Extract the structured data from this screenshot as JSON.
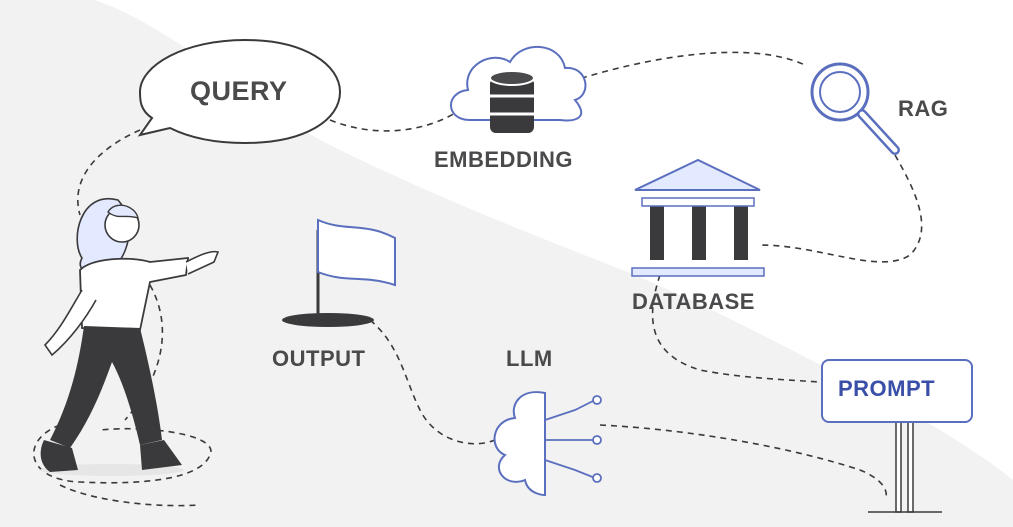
{
  "labels": {
    "query": "QUERY",
    "embedding": "EMBEDDING",
    "rag": "RAG",
    "database": "DATABASE",
    "output": "OUTPUT",
    "llm": "LLM",
    "prompt": "PROMPT"
  },
  "colors": {
    "outline_blue": "#5b6fbf",
    "light_blue": "#e3e9ff",
    "dark": "#3a3a3c",
    "background_shape": "#f2f2f2",
    "label_text": "#4a4a4c",
    "prompt_text": "#3a4fa8"
  }
}
